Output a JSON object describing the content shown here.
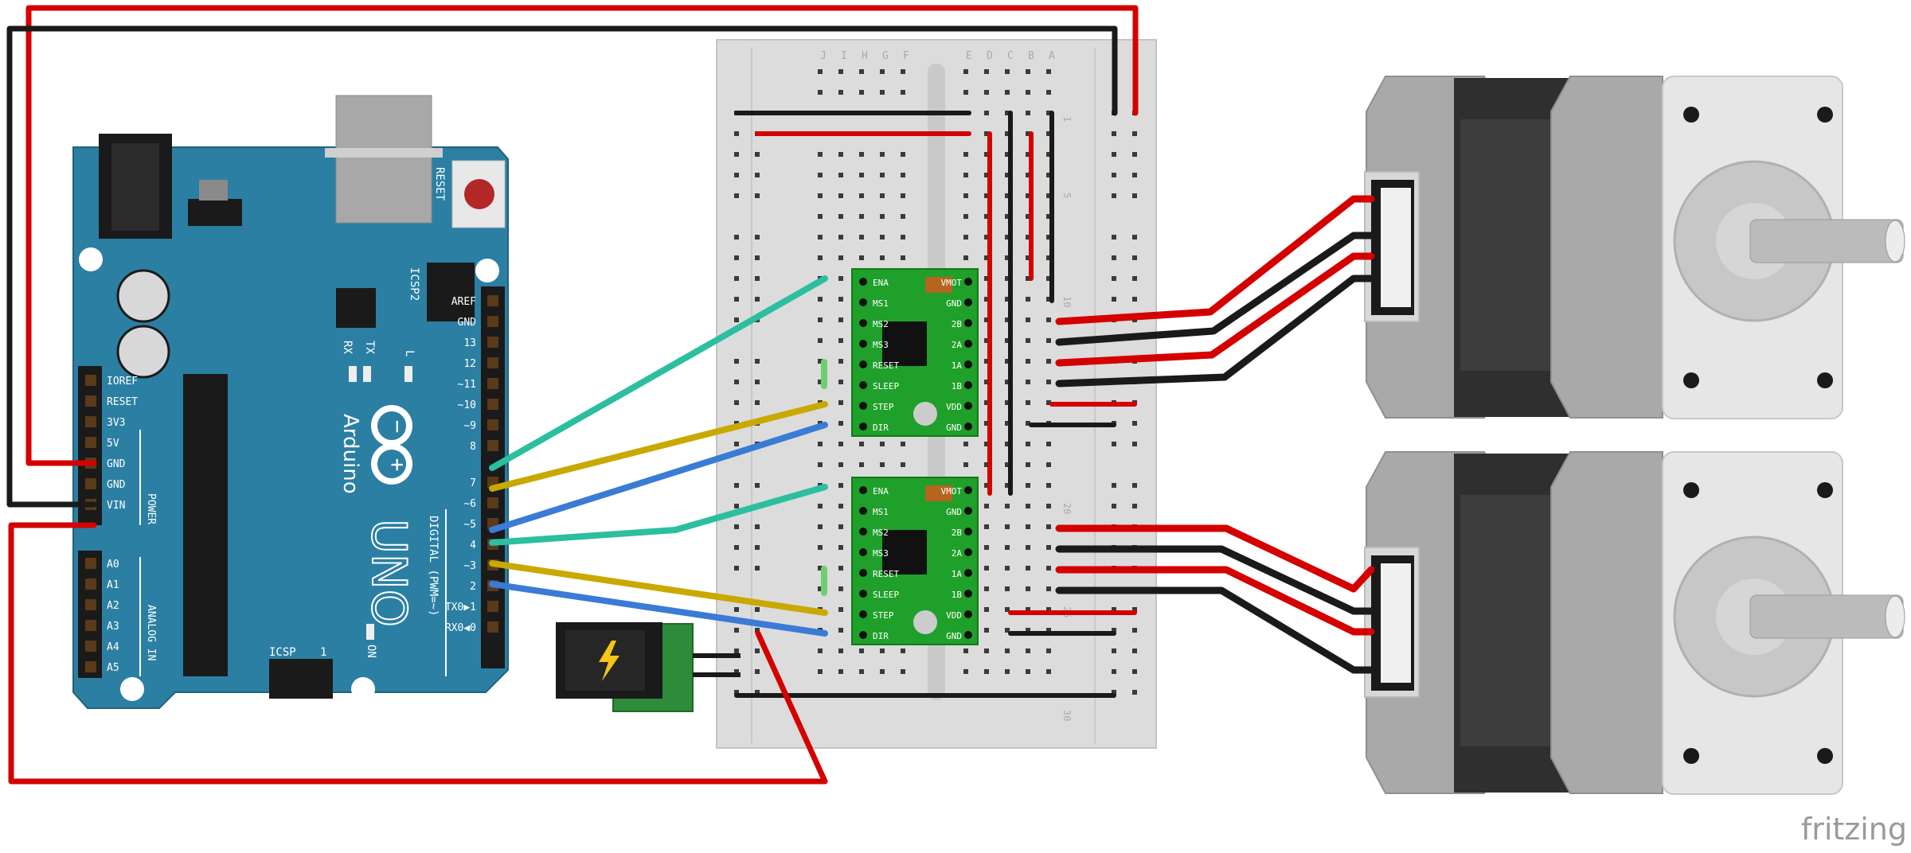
{
  "arduino": {
    "board_name": "Arduino",
    "model": "UNO",
    "reset": "RESET",
    "icsp2": "ICSP2",
    "icsp": "ICSP",
    "icsp_pin1": "1",
    "rx": "RX",
    "tx": "TX",
    "led_l": "L",
    "on": "ON",
    "digital_label": "DIGITAL (PWM=~)",
    "power_label": "POWER",
    "analog_label": "ANALOG IN",
    "power_pins": [
      "IOREF",
      "RESET",
      "3V3",
      "5V",
      "GND",
      "GND",
      "VIN"
    ],
    "analog_pins": [
      "A0",
      "A1",
      "A2",
      "A3",
      "A4",
      "A5"
    ],
    "digital_pins": [
      "AREF",
      "GND",
      "13",
      "12",
      "~11",
      "~10",
      "~9",
      "8",
      "7",
      "~6",
      "~5",
      "4",
      "~3",
      "2",
      "TX0▶1",
      "RX0◀0"
    ]
  },
  "breadboard": {
    "row_letters": [
      "J",
      "I",
      "H",
      "G",
      "F",
      "E",
      "D",
      "C",
      "B",
      "A"
    ],
    "row_numbers": [
      "1",
      "5",
      "10",
      "20",
      "25",
      "30"
    ]
  },
  "drivers": [
    {
      "left_pins": [
        "ENA",
        "MS1",
        "MS2",
        "MS3",
        "RESET",
        "SLEEP",
        "STEP",
        "DIR"
      ],
      "right_pins": [
        "VMOT",
        "GND",
        "2B",
        "2A",
        "1A",
        "1B",
        "VDD",
        "GND"
      ]
    },
    {
      "left_pins": [
        "ENA",
        "MS1",
        "MS2",
        "MS3",
        "RESET",
        "SLEEP",
        "STEP",
        "DIR"
      ],
      "right_pins": [
        "VMOT",
        "GND",
        "2B",
        "2A",
        "1A",
        "1B",
        "VDD",
        "GND"
      ]
    }
  ],
  "watermark": "fritzing",
  "colors": {
    "board": "#2b7fa3",
    "wire_red": "#d40000",
    "wire_black": "#1a1a1a",
    "wire_blue": "#3a7bd5",
    "wire_teal": "#2bbfa0",
    "wire_yellow": "#c9a900",
    "driver_green": "#1fa02a"
  }
}
